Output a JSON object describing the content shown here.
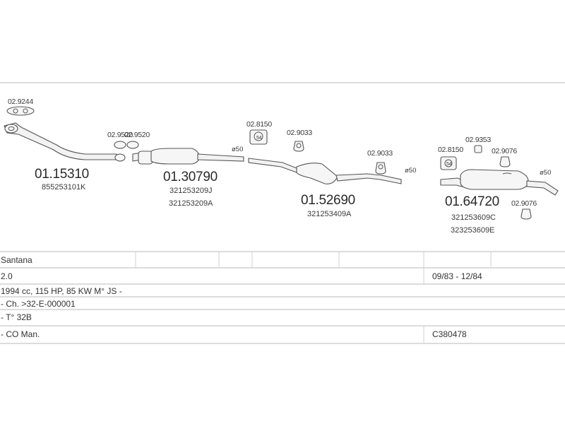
{
  "parts": {
    "front_pipe": {
      "number": "01.15310",
      "oem": [
        "855253101K"
      ]
    },
    "front_silencer": {
      "number": "01.30790",
      "oem": [
        "321253209J",
        "321253209A"
      ]
    },
    "center_silencer": {
      "number": "01.52690",
      "oem": [
        "321253409A"
      ]
    },
    "rear_silencer": {
      "number": "01.64720",
      "oem": [
        "321253609C",
        "323253609E"
      ]
    }
  },
  "accessories": {
    "gasket_front": "02.9244",
    "clamp_a": "02.9520",
    "clamp_b": "02.9520",
    "hanger_mid": "02.8150",
    "mount_mid": "02.9033",
    "mount_center": "02.9033",
    "hanger_rear": "02.8150",
    "clip_rear": "02.9353",
    "rubber_rear_top": "02.9076",
    "rubber_rear_bottom": "02.9076"
  },
  "diameters": {
    "d1": "ø50",
    "d2": "ø50",
    "d3": "ø50"
  },
  "hanger_badge": "54",
  "table": {
    "model": "Santana",
    "engine": "2.0",
    "years": "09/83 - 12/84",
    "spec": "1994 cc, 115 HP, 85 KW M° JS -",
    "chassis": "- Ch. >32-E-000001",
    "type": "- T° 32B",
    "co": "- CO Man.",
    "code": "C380478"
  },
  "colors": {
    "line": "#555555",
    "rule": "#c8c8c8"
  }
}
